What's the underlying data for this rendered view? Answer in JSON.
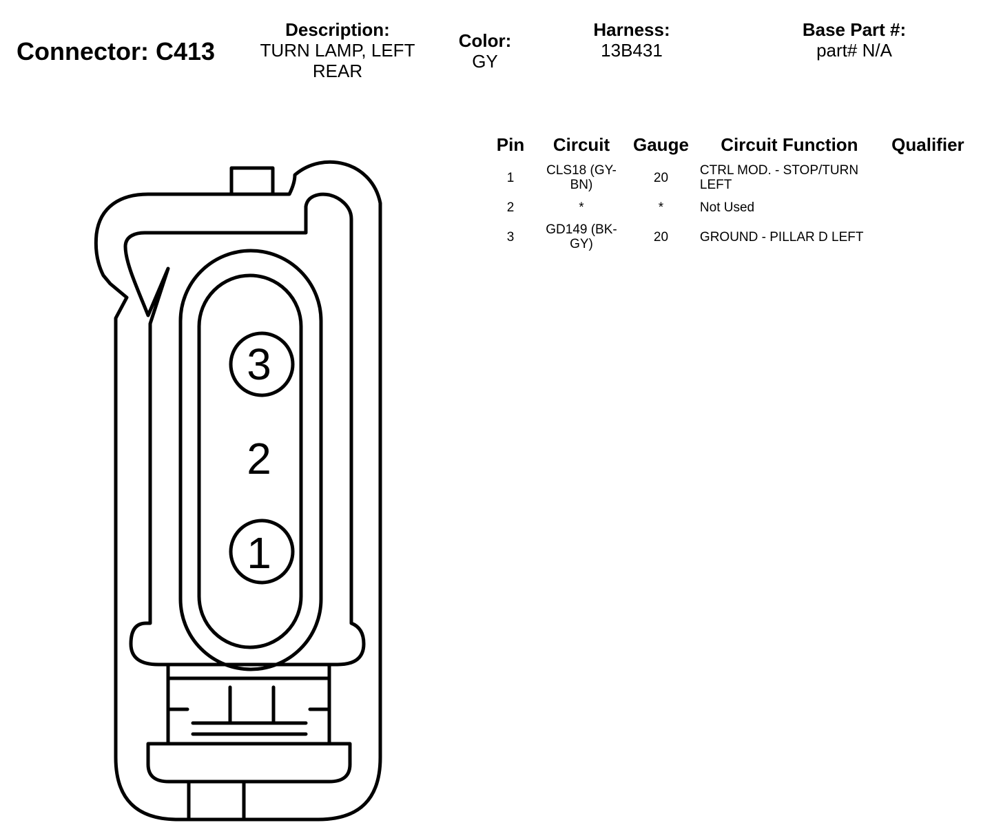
{
  "connector": {
    "title": "Connector: C413"
  },
  "header": {
    "description": {
      "label": "Description:",
      "value": "TURN LAMP, LEFT REAR"
    },
    "color": {
      "label": "Color:",
      "value": "GY"
    },
    "harness": {
      "label": "Harness:",
      "value": "13B431"
    },
    "base_part": {
      "label": "Base Part #:",
      "value": "part# N/A"
    }
  },
  "table": {
    "columns": [
      "Pin",
      "Circuit",
      "Gauge",
      "Circuit Function",
      "Qualifier"
    ],
    "rows": [
      {
        "pin": "1",
        "circuit": "CLS18 (GY-BN)",
        "gauge": "20",
        "function": "CTRL MOD. - STOP/TURN LEFT",
        "qualifier": ""
      },
      {
        "pin": "2",
        "circuit": "*",
        "gauge": "*",
        "function": "Not Used",
        "qualifier": ""
      },
      {
        "pin": "3",
        "circuit": "GD149 (BK-GY)",
        "gauge": "20",
        "function": "GROUND - PILLAR D LEFT",
        "qualifier": ""
      }
    ]
  },
  "diagram": {
    "pin_labels": [
      "3",
      "2",
      "1"
    ],
    "line_color": "#000000",
    "background_color": "#ffffff"
  }
}
